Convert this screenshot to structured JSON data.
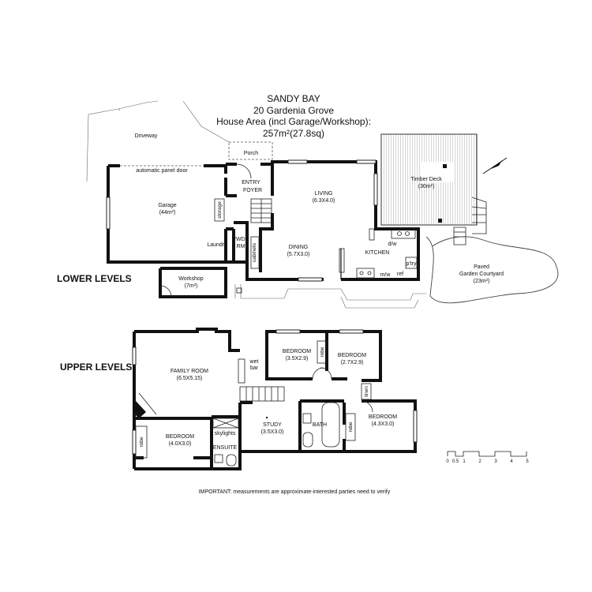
{
  "title": {
    "suburb": "SANDY BAY",
    "address": "20 Gardenia Grove",
    "area_line1": "House Area (incl Garage/Workshop):",
    "area_line2": "257m²(27.8sq)"
  },
  "levels": {
    "lower": "LOWER LEVELS",
    "upper": "UPPER LEVELS"
  },
  "lower_rooms": {
    "driveway": "Driveway",
    "porch": "Porch",
    "garage_door": "automatic panel door",
    "garage": "Garage",
    "garage_area": "(44m²)",
    "storage": "storage",
    "entry": "ENTRY",
    "foyer": "FOYER",
    "living": "LIVING",
    "living_dims": "(6.3X4.0)",
    "timber_deck": "Timber Deck",
    "timber_deck_area": "(30m²)",
    "laundry": "Laundry",
    "pwder": "PWDR",
    "rm": "RM",
    "cabinets": "cabinets",
    "dining": "DINING",
    "dining_dims": "(5.7X3.0)",
    "kitchen": "KITCHEN",
    "dw": "d/w",
    "ptry": "p'try",
    "mw": "m/w",
    "ref": "ref",
    "paved": "Paved",
    "courtyard": "Garden Courtyard",
    "courtyard_area": "(23m²)",
    "workshop": "Workshop",
    "workshop_area": "(7m²)"
  },
  "upper_rooms": {
    "family_room": "FAMILY ROOM",
    "family_dims": "(6.5X5.15)",
    "wet_bar_1": "wet",
    "wet_bar_2": "bar",
    "bed1": "BEDROOM",
    "bed1_dims": "(3.5X2.9)",
    "robe_a": "robe",
    "bed2": "BEDROOM",
    "bed2_dims": "(2.7X2.9)",
    "linen": "linen",
    "bed3": "BEDROOM",
    "bed3_dims": "(4.3X3.0)",
    "robe_b": "robe",
    "bath": "BATH",
    "study": "STUDY",
    "study_dims": "(3.5X3.0)",
    "skylights": "skylights",
    "ensuite": "ENSUITE",
    "bed4": "BEDROOM",
    "bed4_dims": "(4.0X3.0)",
    "robe_c": "robe"
  },
  "scale": {
    "ticks": [
      "0",
      "0.5",
      "1",
      "2",
      "3",
      "4",
      "5"
    ]
  },
  "note": "IMPORTANT: measurements are approximate-interested parties need to verify"
}
